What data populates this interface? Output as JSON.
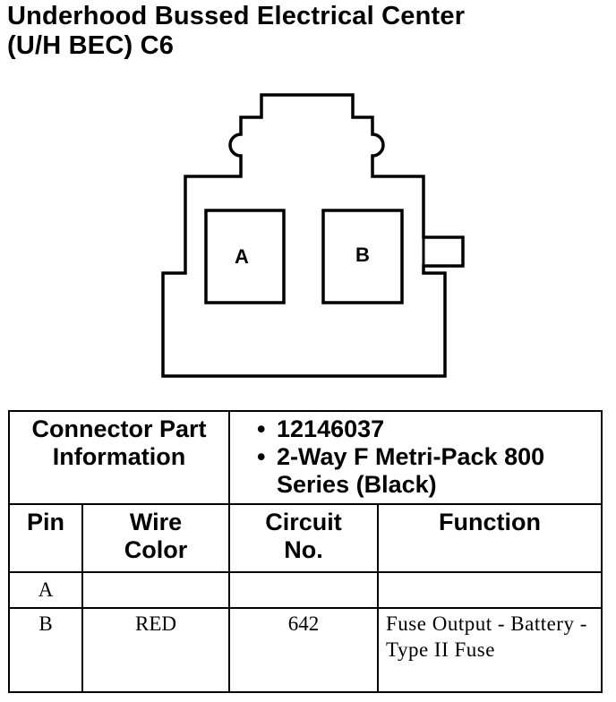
{
  "title": {
    "line1": "Underhood Bussed Electrical Center",
    "line2": "(U/H BEC) C6"
  },
  "connector": {
    "cavities": [
      "A",
      "B"
    ]
  },
  "part_info": {
    "label": "Connector Part Information",
    "bullet_glyph": "•",
    "items": [
      "12146037",
      "2-Way F Metri-Pack 800 Series (Black)"
    ]
  },
  "table": {
    "headers": {
      "pin": "Pin",
      "wire_color": "Wire Color",
      "circuit_no": "Circuit No.",
      "function": "Function"
    },
    "rows": [
      {
        "pin": "A",
        "wire_color": "",
        "circuit_no": "",
        "function": ""
      },
      {
        "pin": "B",
        "wire_color": "RED",
        "circuit_no": "642",
        "function": "Fuse Output - Battery - Type II Fuse"
      }
    ]
  }
}
